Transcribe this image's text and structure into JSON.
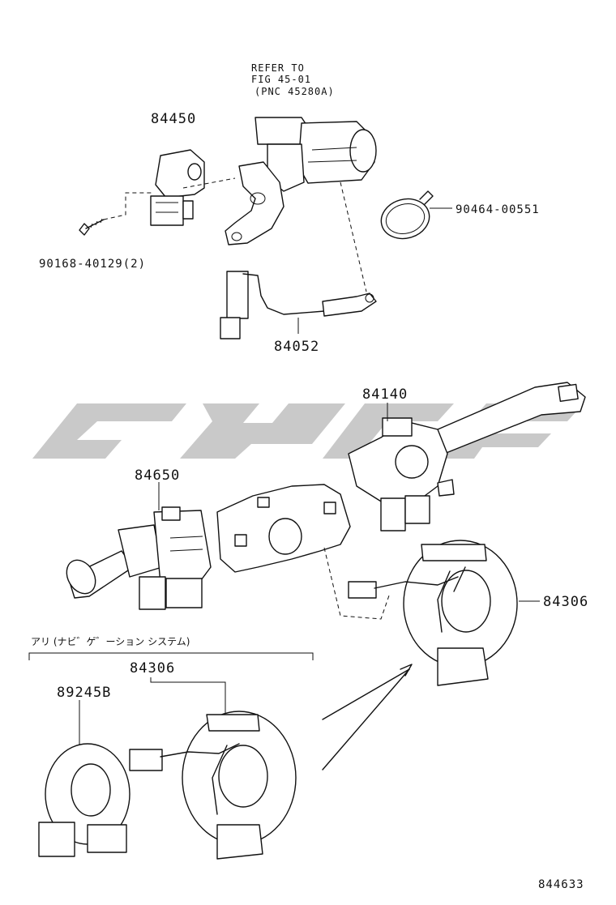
{
  "reference_note": {
    "line1": "REFER TO",
    "line2": "FIG 45-01",
    "line3": "(PNC 45280A)"
  },
  "labels": {
    "p84450": "84450",
    "p90168": "90168-40129(2)",
    "p84052": "84052",
    "p90464": "90464-00551",
    "p84140": "84140",
    "p84650": "84650",
    "p84306_right": "84306",
    "p84306_group": "84306",
    "p89245": "89245B"
  },
  "option_group": {
    "title": "アリ (ナビ゛ゲ゛ーション システム)"
  },
  "figure_code": "844633",
  "colors": {
    "line": "#111111",
    "watermark": "#c9c9c9"
  }
}
